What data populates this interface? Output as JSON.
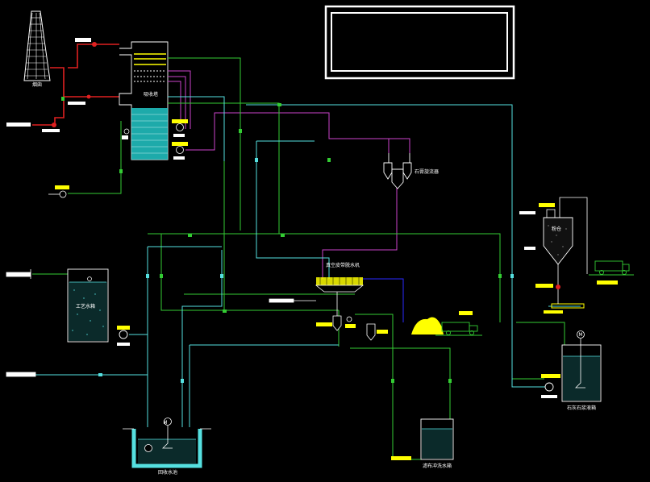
{
  "labels": {
    "chimney": "烟囱",
    "absorber": "吸收塔",
    "hydrocyclone": "石膏旋流器",
    "vacuum_belt": "真空皮带脱水机",
    "process_tank": "工艺水箱",
    "recycle_pit": "回收水池",
    "filter_wash_tank": "滤布冲洗水箱",
    "lime_silo": "粉仓",
    "limestone_tank": "石灰石浆液箱"
  },
  "symbols": {
    "motor": "M"
  },
  "colors": {
    "background": "#000000",
    "green": "#33cc33",
    "cyan": "#55e0e0",
    "magenta": "#cc44cc",
    "red": "#e02020",
    "blue": "#2a2aff",
    "yellow": "#ffff00",
    "white": "#ffffff"
  }
}
